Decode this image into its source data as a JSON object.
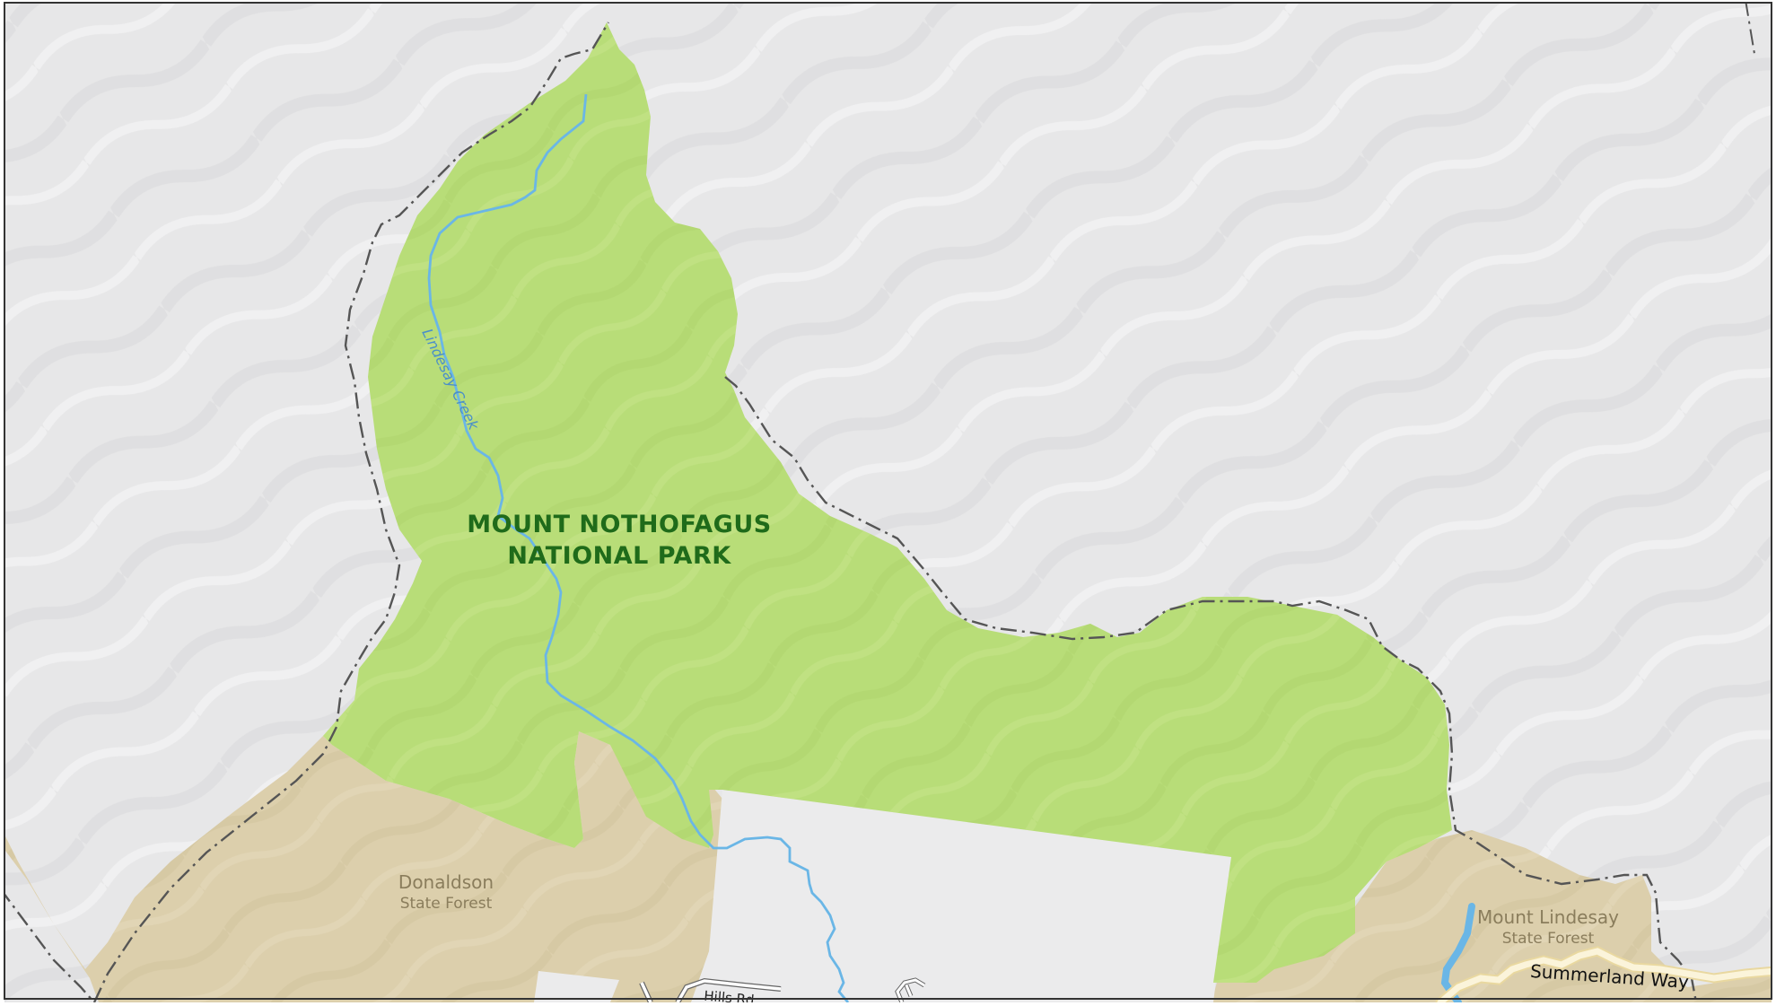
{
  "map": {
    "park": {
      "name_line1": "MOUNT NOTHOFAGUS",
      "name_line2": "NATIONAL PARK",
      "color": "#b8dd78"
    },
    "state_forests": [
      {
        "name": "Donaldson",
        "type": "State Forest"
      },
      {
        "name": "Mount Lindesay",
        "type": "State Forest"
      }
    ],
    "state_forest_color": "#dccfac",
    "roads": {
      "main": "Summerland Way",
      "minor": "Hills Rd"
    },
    "creek": {
      "name": "Lindesay Creek",
      "color": "#6ab6e6"
    },
    "background_color": "#e7e7e8",
    "border_style": "dash-dot",
    "icons": [
      "state-border-line",
      "creek-line",
      "road-line",
      "relief-hillshade"
    ]
  }
}
